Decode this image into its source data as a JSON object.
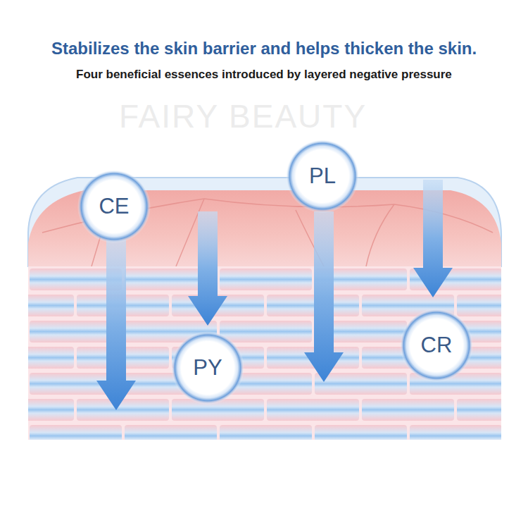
{
  "diagram": {
    "title": "Stabilizes the skin barrier and helps thicken the skin.",
    "caption": "Four beneficial essences introduced by layered negative pressure",
    "nodes": [
      {
        "text": [
          "CE"
        ]
      },
      {
        "text": [
          "PL"
        ]
      },
      {
        "text": [
          "PY"
        ]
      },
      {
        "text": [
          "CR"
        ]
      }
    ],
    "labels": [
      "FAIRY BEAUTY"
    ]
  }
}
